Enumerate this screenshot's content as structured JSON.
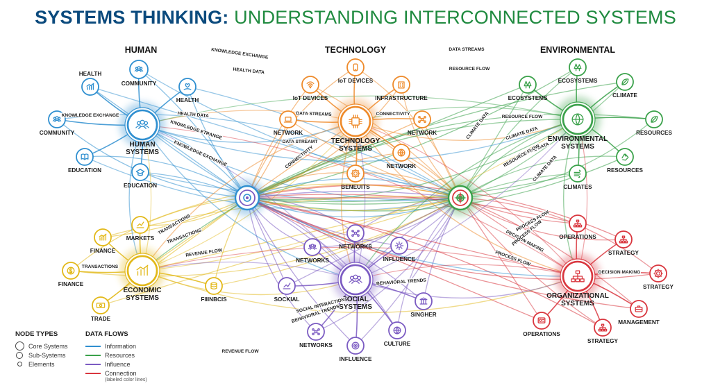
{
  "header": {
    "title_bold": "SYSTEMS THINKING:",
    "title_rest": " UNDERSTANDING INTERCONNECTED SYSTEMS"
  },
  "colors": {
    "human": "#2f8fd0",
    "technology": "#ee8a2a",
    "environmental": "#3aa14a",
    "economic": "#e2b818",
    "social": "#7b5bc2",
    "organizational": "#d9363e",
    "title_blue": "#0b4a7d",
    "title_green": "#1f8a3f"
  },
  "groups": [
    {
      "id": "human",
      "label": "HUMAN"
    },
    {
      "id": "technology",
      "label": "TECHNOLOGY"
    },
    {
      "id": "environmental",
      "label": "ENVIRONMENTAL"
    }
  ],
  "hubs": [
    {
      "id": "hub-left",
      "icon": "spiral-icon"
    },
    {
      "id": "hub-right",
      "icon": "compass-icon"
    }
  ],
  "nodes": [
    {
      "id": "human-systems",
      "label": "HUMAN SYSTEMS",
      "color": "human",
      "icon": "people-icon",
      "kind": "core"
    },
    {
      "id": "community-top",
      "label": "COMMUNITY",
      "color": "human",
      "icon": "people-icon",
      "kind": "element"
    },
    {
      "id": "health-left",
      "label": "HEALTH",
      "color": "human",
      "icon": "health-chart-icon",
      "kind": "element"
    },
    {
      "id": "health-right",
      "label": "HEALTH",
      "color": "human",
      "icon": "heart-hand-icon",
      "kind": "element"
    },
    {
      "id": "community-left",
      "label": "COMMUNITY",
      "color": "human",
      "icon": "people-icon",
      "kind": "element"
    },
    {
      "id": "education-left",
      "label": "EDUCATION",
      "color": "human",
      "icon": "book-icon",
      "kind": "element"
    },
    {
      "id": "education-bottom",
      "label": "EDUCATION",
      "color": "human",
      "icon": "graduation-cap-icon",
      "kind": "element"
    },
    {
      "id": "technology-systems",
      "label": "TECHNOLOGY SYSTEMS",
      "color": "technology",
      "icon": "chip-icon",
      "kind": "core"
    },
    {
      "id": "iot-devices-left",
      "label": "IoT DEVICES",
      "color": "technology",
      "icon": "wifi-icon",
      "kind": "element"
    },
    {
      "id": "iot-devices-top",
      "label": "IoT DEVICES",
      "color": "technology",
      "icon": "phone-icon",
      "kind": "element"
    },
    {
      "id": "infrastructure",
      "label": "INFRASTRUCTURE",
      "color": "technology",
      "icon": "building-icon",
      "kind": "element"
    },
    {
      "id": "network-left",
      "label": "NETWORK",
      "color": "technology",
      "icon": "laptop-icon",
      "kind": "element"
    },
    {
      "id": "network-right",
      "label": "NETWORK",
      "color": "technology",
      "icon": "network-hub-icon",
      "kind": "element"
    },
    {
      "id": "network-bottom",
      "label": "NETWORK",
      "color": "technology",
      "icon": "globe-icon",
      "kind": "element"
    },
    {
      "id": "beneuits",
      "label": "BENEUITS",
      "color": "technology",
      "icon": "gear-icon",
      "kind": "element"
    },
    {
      "id": "environmental-systems",
      "label": "ENVIRONMENTAL SYSTEMS",
      "color": "environmental",
      "icon": "earth-icon",
      "kind": "core"
    },
    {
      "id": "ecosystems-top",
      "label": "ECOSYSTEMS",
      "color": "environmental",
      "icon": "trees-icon",
      "kind": "element"
    },
    {
      "id": "ecosystems-left",
      "label": "ECOSYSTEMS",
      "color": "environmental",
      "icon": "trees-icon",
      "kind": "element"
    },
    {
      "id": "climate",
      "label": "CLIMATE",
      "color": "environmental",
      "icon": "leaf-icon",
      "kind": "element"
    },
    {
      "id": "resources-right",
      "label": "RESOURCES",
      "color": "environmental",
      "icon": "sprout-icon",
      "kind": "element"
    },
    {
      "id": "resources-bottom",
      "label": "RESOURCES",
      "color": "environmental",
      "icon": "recycle-icon",
      "kind": "element"
    },
    {
      "id": "climates",
      "label": "CLIMATES",
      "color": "environmental",
      "icon": "wind-icon",
      "kind": "element"
    },
    {
      "id": "economic-systems",
      "label": "ECONOMIC SYSTEMS",
      "color": "economic",
      "icon": "bar-chart-icon",
      "kind": "core"
    },
    {
      "id": "finance-top",
      "label": "FINANCE",
      "color": "economic",
      "icon": "bar-chart-icon",
      "kind": "element"
    },
    {
      "id": "markets",
      "label": "MARKETS",
      "color": "economic",
      "icon": "chart-dollar-icon",
      "kind": "element"
    },
    {
      "id": "finance-left",
      "label": "FINANCE",
      "color": "economic",
      "icon": "coin-icon",
      "kind": "element"
    },
    {
      "id": "fiiinbcis",
      "label": "FIIINBCIS",
      "color": "economic",
      "icon": "coins-stack-icon",
      "kind": "element"
    },
    {
      "id": "trade",
      "label": "TRADE",
      "color": "economic",
      "icon": "banknote-icon",
      "kind": "element"
    },
    {
      "id": "social-systems",
      "label": "SOCIAL SYSTEMS",
      "color": "social",
      "icon": "people-icon",
      "kind": "core"
    },
    {
      "id": "networks-top",
      "label": "NETWORKS",
      "color": "social",
      "icon": "network-icon",
      "kind": "element"
    },
    {
      "id": "networks-left",
      "label": "NETWORKS",
      "color": "social",
      "icon": "people-icon",
      "kind": "element"
    },
    {
      "id": "influence-right",
      "label": "INFLUENCE",
      "color": "social",
      "icon": "sun-icon",
      "kind": "element"
    },
    {
      "id": "sockial",
      "label": "SOCKIAL",
      "color": "social",
      "icon": "chart-line-icon",
      "kind": "element"
    },
    {
      "id": "singher",
      "label": "SINGHER",
      "color": "social",
      "icon": "columns-icon",
      "kind": "element"
    },
    {
      "id": "culture",
      "label": "CULTURE",
      "color": "social",
      "icon": "globe-icon",
      "kind": "element"
    },
    {
      "id": "networks-bottom",
      "label": "NETWORKS",
      "color": "social",
      "icon": "network-icon",
      "kind": "element"
    },
    {
      "id": "influence-bottom",
      "label": "INFLUENCE",
      "color": "social",
      "icon": "target-icon",
      "kind": "element"
    },
    {
      "id": "organizational-systems",
      "label": "ORGANIZATIONAL SYSTEMS",
      "color": "organizational",
      "icon": "org-chart-icon",
      "kind": "core"
    },
    {
      "id": "operations-top",
      "label": "OPERATIONS",
      "color": "organizational",
      "icon": "org-chart-icon",
      "kind": "element"
    },
    {
      "id": "strategy-top",
      "label": "STRATEGY",
      "color": "organizational",
      "icon": "org-chart-icon",
      "kind": "element"
    },
    {
      "id": "strategy-right",
      "label": "STRATEGY",
      "color": "organizational",
      "icon": "gear-icon",
      "kind": "element"
    },
    {
      "id": "management",
      "label": "MANAGEMENT",
      "color": "organizational",
      "icon": "briefcase-icon",
      "kind": "element"
    },
    {
      "id": "operations-bottom",
      "label": "OPERATIONS",
      "color": "organizational",
      "icon": "dashboard-icon",
      "kind": "element"
    },
    {
      "id": "strategy-bottom",
      "label": "STRATEGY",
      "color": "organizational",
      "icon": "org-chart-icon",
      "kind": "element"
    }
  ],
  "flow_labels": [
    {
      "id": "fl-1",
      "text": "KNOWLEDGE EXCHANGE"
    },
    {
      "id": "fl-2",
      "text": "HEALTH DATA"
    },
    {
      "id": "fl-3",
      "text": "KNOWLEDGE EXCHANGE"
    },
    {
      "id": "fl-4",
      "text": "HEALTH DATA"
    },
    {
      "id": "fl-5",
      "text": "KNOWLEDGE ETRANGE"
    },
    {
      "id": "fl-6",
      "text": "KNOWLEDGE EXCHANGE"
    },
    {
      "id": "fl-7",
      "text": "DATA STREAMS"
    },
    {
      "id": "fl-8",
      "text": "DATA STREAMS"
    },
    {
      "id": "fl-9",
      "text": "CONNECTIVITY"
    },
    {
      "id": "fl-10",
      "text": "DATA STREAMT"
    },
    {
      "id": "fl-11",
      "text": "CONNECTIVITY"
    },
    {
      "id": "fl-12",
      "text": "RESOURCE FLOW"
    },
    {
      "id": "fl-13",
      "text": "RESOURCE FLOW"
    },
    {
      "id": "fl-14",
      "text": "CLIMATE DATA"
    },
    {
      "id": "fl-15",
      "text": "CLIMATE DATA"
    },
    {
      "id": "fl-16",
      "text": "CLIMATE DATA"
    },
    {
      "id": "fl-17",
      "text": "RESOURCE FLOW"
    },
    {
      "id": "fl-18",
      "text": "CLIMATE DATA"
    },
    {
      "id": "fl-19",
      "text": "TRANSACTIONS"
    },
    {
      "id": "fl-20",
      "text": "TRANSACTIONS"
    },
    {
      "id": "fl-21",
      "text": "TRANSACTIONS"
    },
    {
      "id": "fl-22",
      "text": "REVENUE FLOW"
    },
    {
      "id": "fl-23",
      "text": "REVENUE FLOW"
    },
    {
      "id": "fl-24",
      "text": "BEHAVIORAL TRENDS"
    },
    {
      "id": "fl-25",
      "text": "SOCIAL INTERACTION"
    },
    {
      "id": "fl-26",
      "text": "BEHAVIORAL TRENDS"
    },
    {
      "id": "fl-27",
      "text": "PROCESS FLOW"
    },
    {
      "id": "fl-28",
      "text": "DECISION MAKING"
    },
    {
      "id": "fl-29",
      "text": "DECISION MAKING"
    },
    {
      "id": "fl-30",
      "text": "PROCESS FLOW"
    },
    {
      "id": "fl-31",
      "text": "PROCESS FLOW"
    }
  ],
  "legend": {
    "node_types_title": "NODE TYPES",
    "node_types": [
      "Core Systems",
      "Sub-Systems",
      "Elements"
    ],
    "data_flows_title": "DATA FLOWS",
    "flows": [
      {
        "label": "Information",
        "color": "#2f8fd0"
      },
      {
        "label": "Resources",
        "color": "#3aa14a"
      },
      {
        "label": "Influence",
        "color": "#7b5bc2"
      },
      {
        "label": "Connection",
        "color": "#d9363e"
      }
    ],
    "flows_note": "(labeled color lines)"
  }
}
